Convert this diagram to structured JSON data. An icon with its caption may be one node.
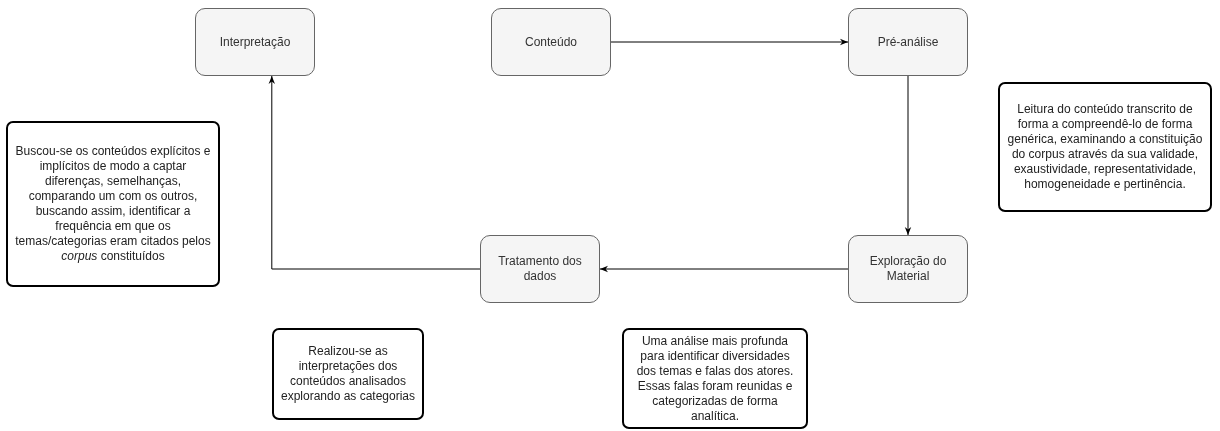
{
  "diagram": {
    "nodes": [
      {
        "text": [
          "Interpretação"
        ]
      },
      {
        "text": [
          "Conteúdo"
        ]
      },
      {
        "text": [
          "Pré-análise"
        ]
      },
      {
        "text": [
          "Exploração do Material"
        ]
      },
      {
        "text": [
          "Tratamento dos dados"
        ]
      },
      {
        "text": [
          "Buscou-se os conteúdos explícitos e implícitos de modo a captar diferenças, semelhanças, comparando um com os outros, buscando assim, identificar a frequência em que os temas/categorias eram citados pelos *corpus* constituídos"
        ]
      },
      {
        "text": [
          "Leitura do conteúdo transcrito de forma a compreendê-lo de forma genérica, examinando a constituição do corpus através da sua validade, exaustividade, representatividade, homogeneidade e pertinência."
        ]
      },
      {
        "text": [
          "Realizou-se as interpretações dos conteúdos analisados explorando as categorias"
        ]
      },
      {
        "text": [
          "Uma análise mais profunda para identificar diversidades dos temas e falas dos atores. Essas falas foram reunidas e categorizadas de forma analítica."
        ]
      }
    ],
    "edges": [
      {
        "from": 1,
        "to": 2,
        "arrow": "to"
      },
      {
        "from": 2,
        "to": 3,
        "arrow": "to"
      },
      {
        "from": 3,
        "to": 4,
        "arrow": "to"
      },
      {
        "from": 4,
        "to": 0,
        "arrow": "to"
      }
    ]
  }
}
